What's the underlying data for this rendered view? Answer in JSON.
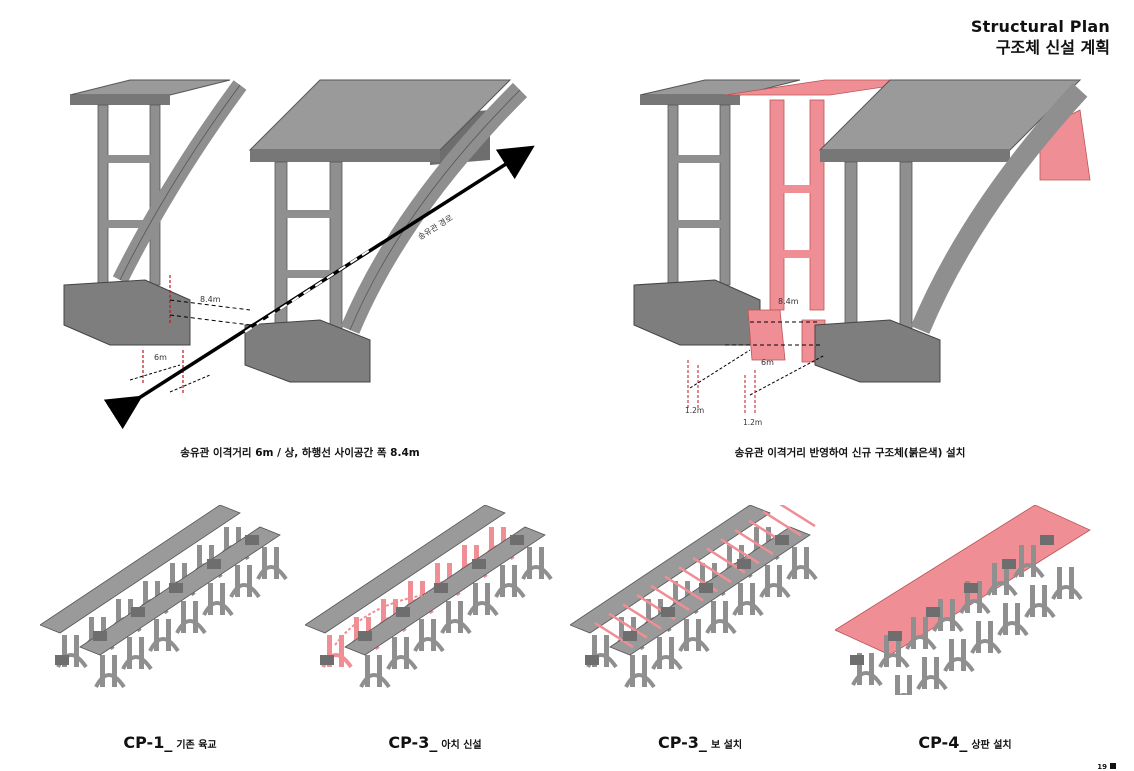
{
  "header": {
    "title_en": "Structural Plan",
    "title_ko": "구조체 신설 계획"
  },
  "left_view": {
    "caption": "송유관 이격거리 6m / 상, 하행선 사이공간 폭 8.4m",
    "dim_gap": "8.4m",
    "dim_pipe": "6m",
    "pipe_route": "송유관 경로"
  },
  "right_view": {
    "caption": "송유관 이격거리 반영하여 신규 구조체(붉은색) 설치",
    "dim_gap": "8.4m",
    "dim_pipe": "6m",
    "dim_a": "1.2m",
    "dim_b": "1.2m"
  },
  "phases": [
    {
      "code": "CP-1_",
      "desc": "기존 육교"
    },
    {
      "code": "CP-3_",
      "desc": "아치 신설"
    },
    {
      "code": "CP-3_",
      "desc": "보 설치"
    },
    {
      "code": "CP-4_",
      "desc": "상판 설치"
    }
  ],
  "page_number": "19",
  "colors": {
    "concrete": "#8f8f8f",
    "concrete_dark": "#6e6e6e",
    "new_structure": "#ef8f95",
    "dim_red": "#c0141c"
  }
}
